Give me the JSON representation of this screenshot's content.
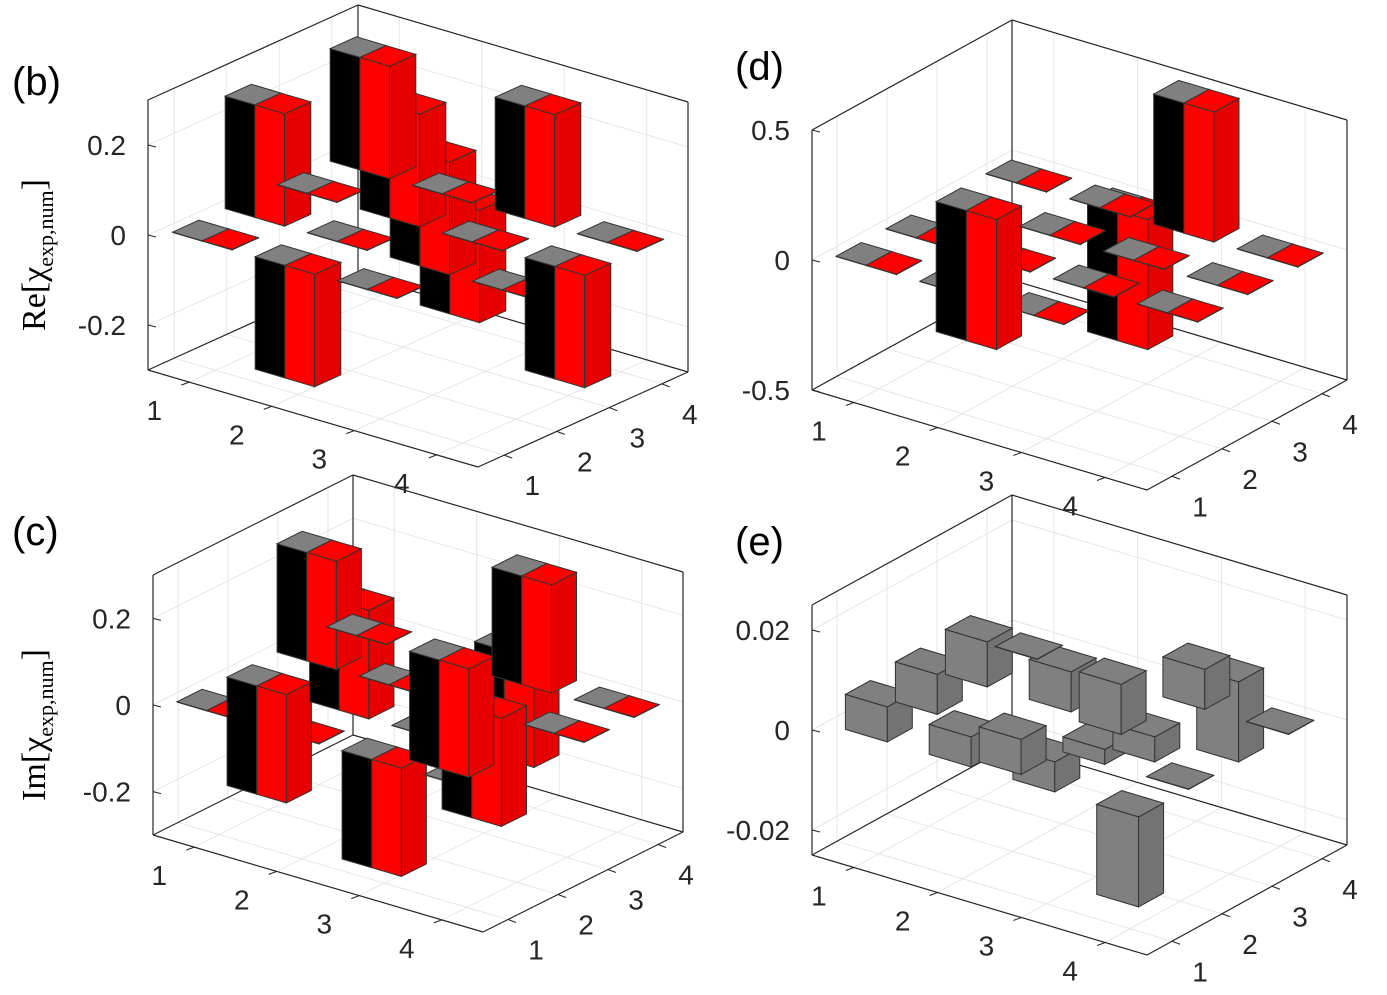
{
  "colors": {
    "black": "#000000",
    "red": "#ff0000",
    "gray": "#808080",
    "grid": "#e6e6e6",
    "axis": "#262626"
  },
  "chart_data": [
    {
      "type": "bar3d",
      "panel_label": "(b)",
      "ylabel_text": "Re",
      "ylabel_sub": "exp,num",
      "zlim": [
        -0.3,
        0.3
      ],
      "z_ticks": [
        "0.2",
        "0",
        "-0.2"
      ],
      "z_tick_values": [
        0.2,
        0,
        -0.2
      ],
      "x_ticks": [
        "1",
        "2",
        "3",
        "4"
      ],
      "y_ticks": [
        "1",
        "2",
        "3",
        "4"
      ],
      "series": [
        {
          "values": [
            [
              0.25,
              0,
              0.25,
              0
            ],
            [
              0,
              0.25,
              0,
              -0.25
            ],
            [
              0.25,
              0,
              0.25,
              0
            ],
            [
              0,
              -0.25,
              0,
              0.25
            ]
          ]
        },
        {
          "values": [
            [
              0.25,
              0,
              0.25,
              0
            ],
            [
              0,
              0.25,
              0,
              -0.25
            ],
            [
              0.25,
              0,
              0.25,
              0
            ],
            [
              0,
              -0.25,
              0,
              0.25
            ]
          ]
        }
      ]
    },
    {
      "type": "bar3d",
      "panel_label": "(d)",
      "zlim": [
        -0.5,
        0.5
      ],
      "z_ticks": [
        "0.5",
        "0",
        "-0.5"
      ],
      "z_tick_values": [
        0.5,
        0,
        -0.5
      ],
      "x_ticks": [
        "1",
        "2",
        "3",
        "4"
      ],
      "y_ticks": [
        "1",
        "2",
        "3",
        "4"
      ],
      "series": [
        {
          "values": [
            [
              0,
              0,
              0.5,
              0
            ],
            [
              -0.5,
              0,
              0,
              0
            ],
            [
              0,
              0,
              0,
              0
            ],
            [
              0,
              0,
              0,
              0.5
            ]
          ]
        },
        {
          "values": [
            [
              0,
              0,
              0.5,
              0
            ],
            [
              -0.5,
              0,
              0,
              0
            ],
            [
              0,
              0,
              0,
              0
            ],
            [
              0,
              0,
              0,
              0.5
            ]
          ]
        }
      ]
    },
    {
      "type": "bar3d",
      "panel_label": "(c)",
      "ylabel_text": "Im",
      "ylabel_sub": "exp,num",
      "zlim": [
        -0.3,
        0.3
      ],
      "z_ticks": [
        "0.2",
        "0",
        "-0.2"
      ],
      "z_tick_values": [
        0.2,
        0,
        -0.2
      ],
      "x_ticks": [
        "1",
        "2",
        "3",
        "4"
      ],
      "y_ticks": [
        "1",
        "2",
        "3",
        "4"
      ],
      "series": [
        {
          "values": [
            [
              0,
              -0.25,
              0.25,
              0
            ],
            [
              0.25,
              0,
              -0.25,
              0
            ],
            [
              -0.25,
              0.25,
              0,
              0.25
            ],
            [
              0,
              0,
              -0.25,
              0
            ]
          ]
        },
        {
          "values": [
            [
              0,
              -0.25,
              0.25,
              0
            ],
            [
              0.25,
              0,
              -0.25,
              0
            ],
            [
              -0.25,
              0.25,
              0,
              0.25
            ],
            [
              0,
              0,
              -0.25,
              0
            ]
          ]
        }
      ]
    },
    {
      "type": "bar3d",
      "panel_label": "(e)",
      "zlim": [
        -0.025,
        0.025
      ],
      "z_ticks": [
        "0.02",
        "0",
        "-0.02"
      ],
      "z_tick_values": [
        0.02,
        0,
        -0.02
      ],
      "x_ticks": [
        "1",
        "2",
        "3",
        "4"
      ],
      "y_ticks": [
        "1",
        "2",
        "3",
        "4"
      ],
      "series": [
        {
          "values": [
            [
              0,
              -0.01,
              0.008,
              0
            ],
            [
              0.009,
              0.008,
              -0.005,
              0.016
            ],
            [
              0.008,
              -0.007,
              0.003,
              0
            ],
            [
              0.007,
              0.006,
              0.006,
              -0.018
            ]
          ]
        }
      ]
    }
  ]
}
